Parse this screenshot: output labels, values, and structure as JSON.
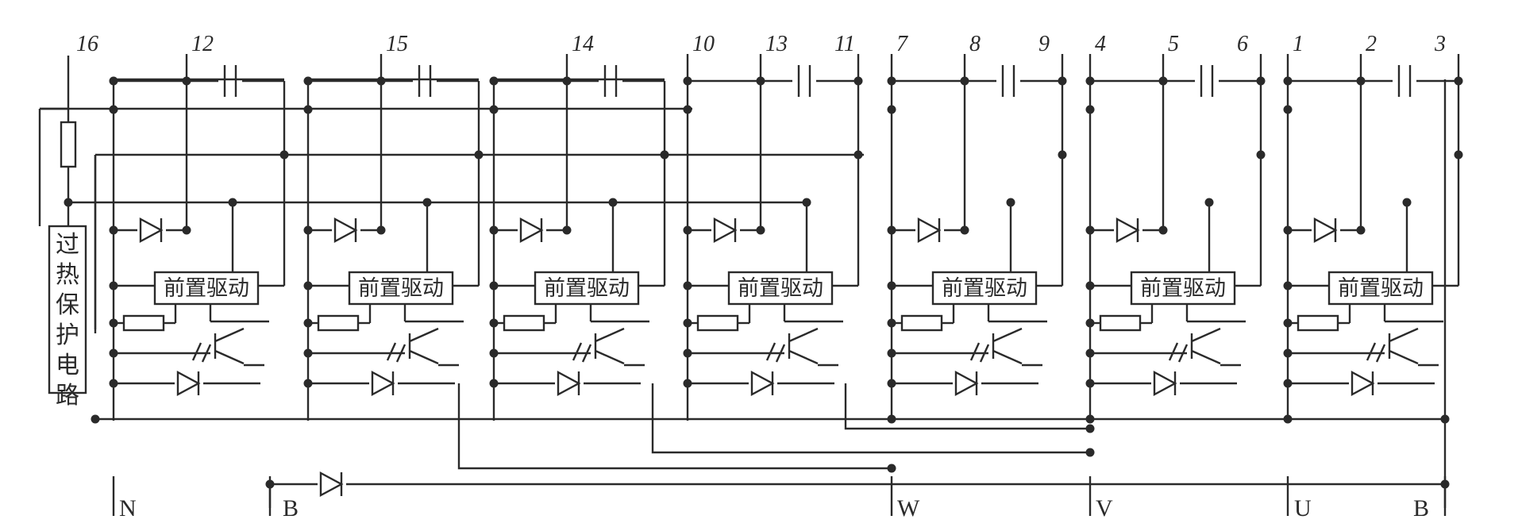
{
  "diagram": {
    "left_pin": "16",
    "thermal_box_label": "过热保护电路",
    "pre_driver_label": "前置驱动",
    "terminals": [
      "N",
      "B",
      "W",
      "V",
      "U",
      "B"
    ],
    "modules": [
      {
        "pins": [
          "12"
        ]
      },
      {
        "pins": [
          "15"
        ]
      },
      {
        "pins": [
          "14"
        ]
      },
      {
        "pins": [
          "10",
          "13",
          "11"
        ]
      },
      {
        "pins": [
          "7",
          "8",
          "9"
        ]
      },
      {
        "pins": [
          "4",
          "5",
          "6"
        ]
      },
      {
        "pins": [
          "1",
          "2",
          "3"
        ]
      }
    ]
  }
}
